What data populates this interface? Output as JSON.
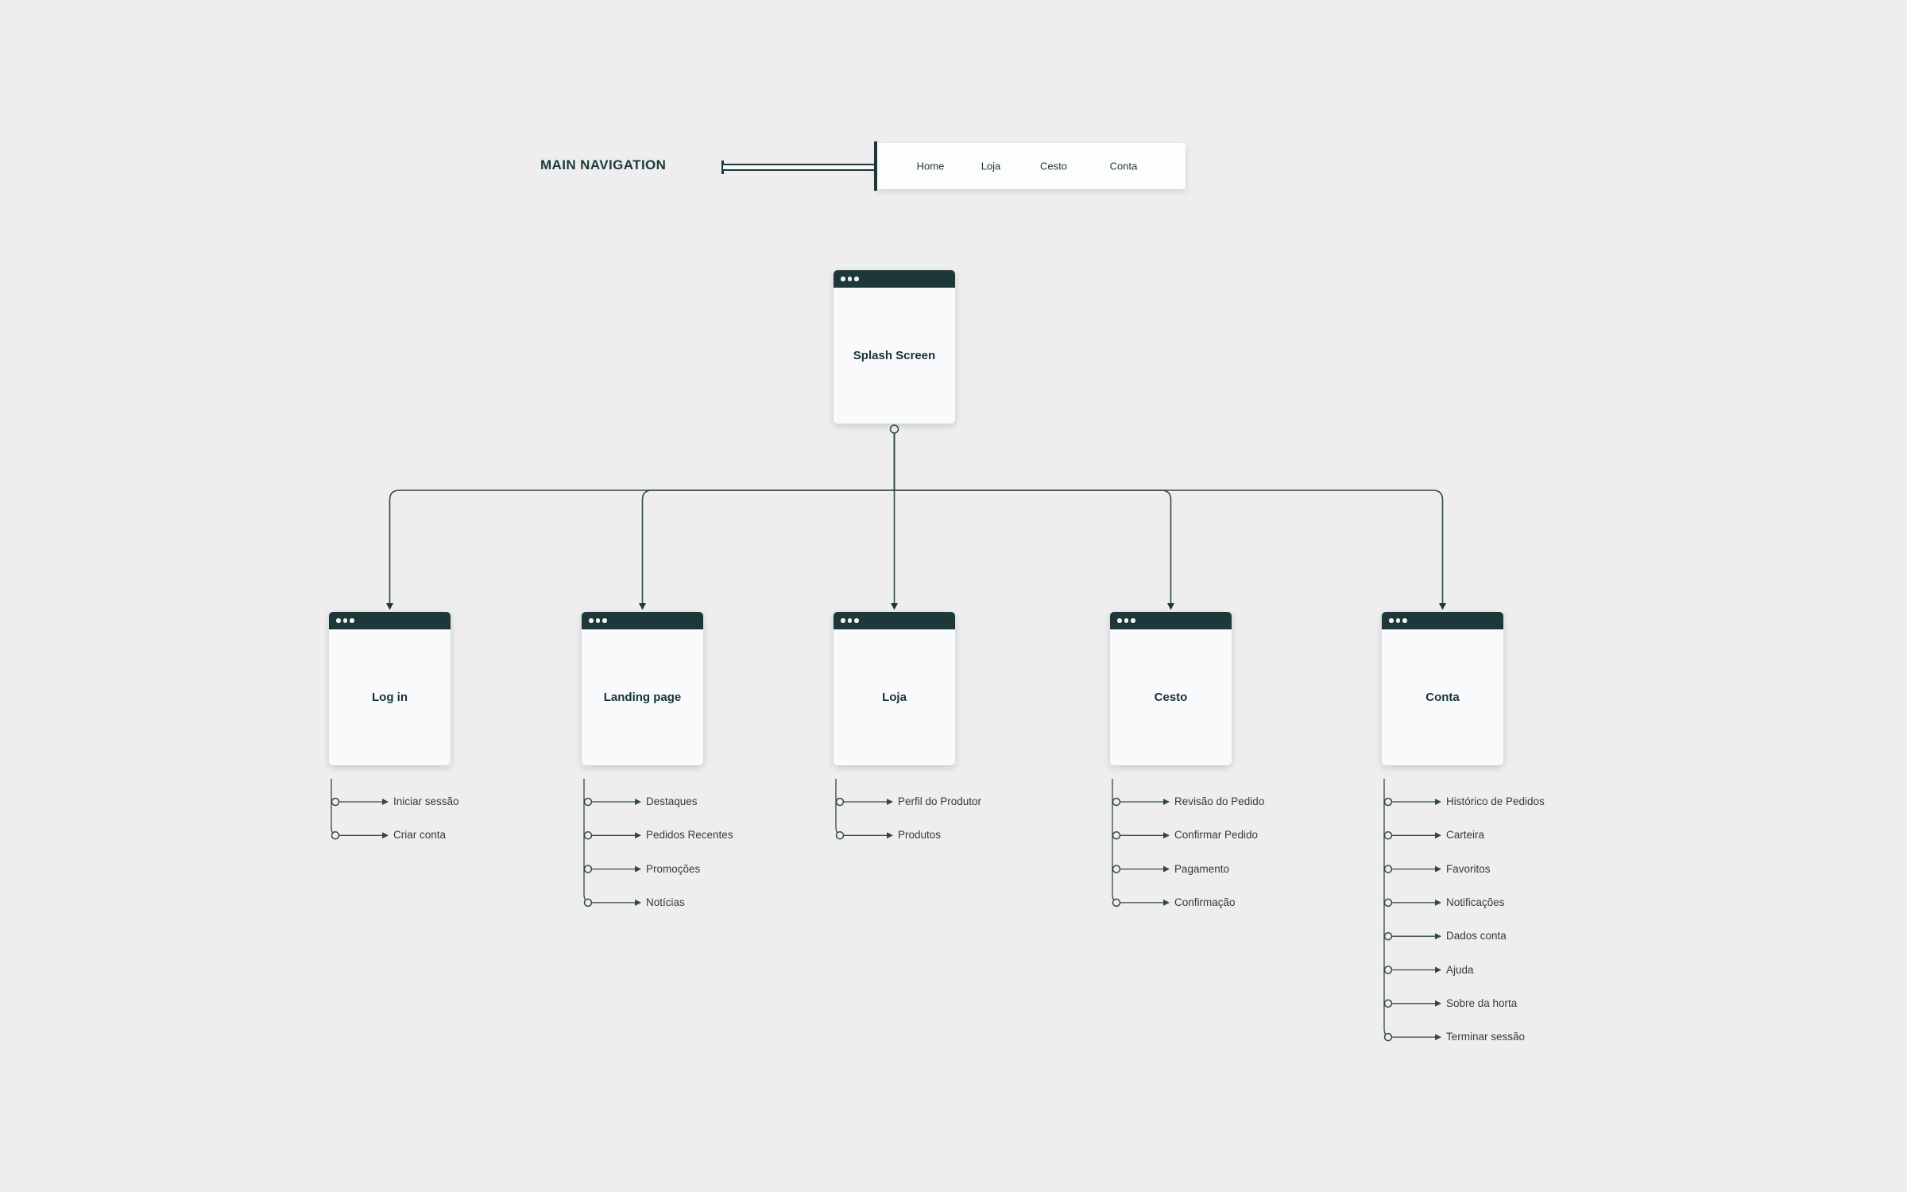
{
  "colors": {
    "background": "#eeeeee",
    "accent_dark": "#1e3738",
    "line": "#33474b",
    "card_body": "#f9fafb",
    "nav_card": "#fcfdfd",
    "title_text": "#17333a",
    "label_text": "#333a3a"
  },
  "header": {
    "label": "MAIN NAVIGATION",
    "nav_items": [
      "Home",
      "Loja",
      "Cesto",
      "Conta"
    ]
  },
  "root_screen": {
    "title": "Splash Screen"
  },
  "screens": [
    {
      "title": "Log in",
      "items": [
        "Iniciar sessão",
        "Criar conta"
      ]
    },
    {
      "title": "Landing page",
      "items": [
        "Destaques",
        "Pedidos Recentes",
        "Promoções",
        "Notícias"
      ]
    },
    {
      "title": "Loja",
      "items": [
        "Perfil do Produtor",
        "Produtos"
      ]
    },
    {
      "title": "Cesto",
      "items": [
        "Revisão do Pedido",
        "Confirmar Pedido",
        "Pagamento",
        "Confirmação"
      ]
    },
    {
      "title": "Conta",
      "items": [
        "Histórico de Pedidos",
        "Carteira",
        "Favoritos",
        "Notificações",
        "Dados conta",
        "Ajuda",
        "Sobre da horta",
        "Terminar sessão"
      ]
    }
  ]
}
